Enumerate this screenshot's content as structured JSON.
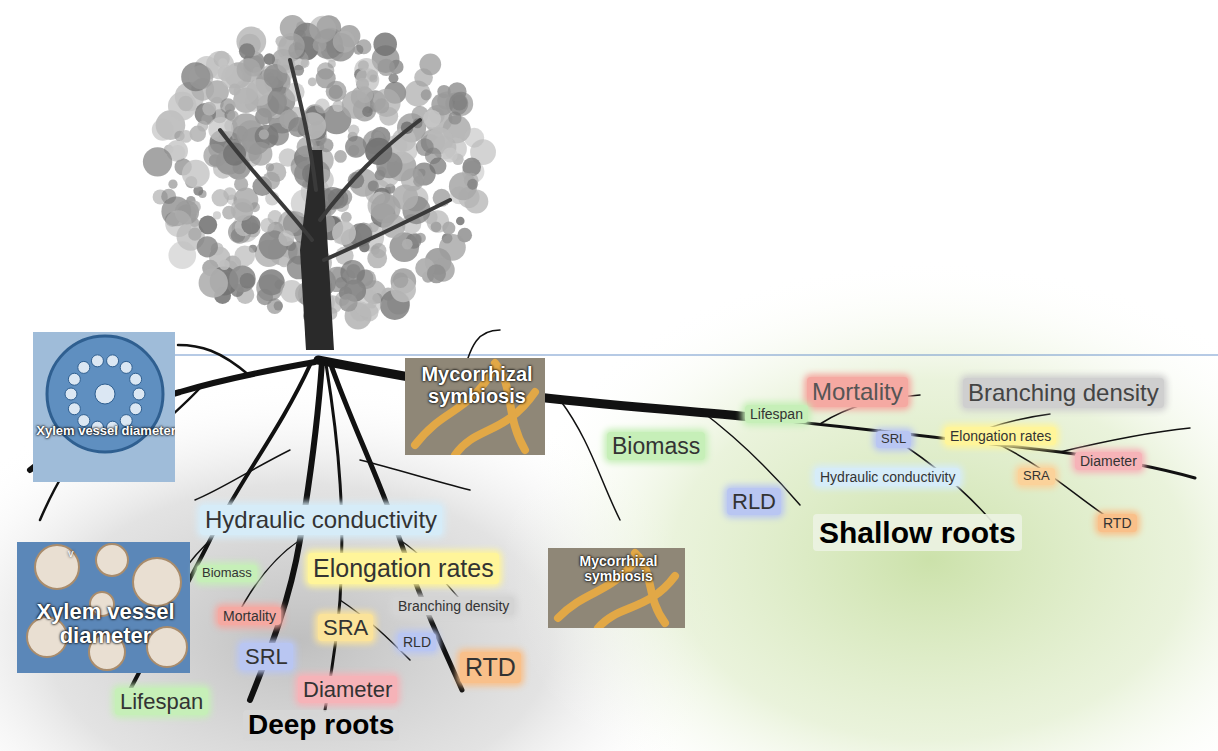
{
  "diagram": {
    "nodes": [
      {
        "text": [
          "Xylem vessel diameter"
        ]
      },
      {
        "text": [
          "Mycorrhizal symbiosis"
        ]
      },
      {
        "text": [
          "Mortality"
        ]
      },
      {
        "text": [
          "Branching density"
        ]
      },
      {
        "text": [
          "Lifespan"
        ]
      },
      {
        "text": [
          "SRL"
        ]
      },
      {
        "text": [
          "Elongation rates"
        ]
      },
      {
        "text": [
          "Biomass"
        ]
      },
      {
        "text": [
          "Diameter"
        ]
      },
      {
        "text": [
          "Hydraulic conductivity"
        ]
      },
      {
        "text": [
          "SRA"
        ]
      },
      {
        "text": [
          "RLD"
        ]
      },
      {
        "text": [
          "RTD"
        ]
      },
      {
        "text": [
          "Hydraulic conductivity"
        ]
      },
      {
        "text": [
          "Xylem vessel diameter"
        ]
      },
      {
        "text": [
          "Mycorrhizal symbiosis"
        ]
      },
      {
        "text": [
          "Biomass"
        ]
      },
      {
        "text": [
          "Elongation rates"
        ]
      },
      {
        "text": [
          "Branching density"
        ]
      },
      {
        "text": [
          "Mortality"
        ]
      },
      {
        "text": [
          "SRA"
        ]
      },
      {
        "text": [
          "RLD"
        ]
      },
      {
        "text": [
          "SRL"
        ]
      },
      {
        "text": [
          "RTD"
        ]
      },
      {
        "text": [
          "Diameter"
        ]
      },
      {
        "text": [
          "Lifespan"
        ]
      }
    ],
    "labels": [
      "Shallow roots",
      "v",
      "Deep roots"
    ]
  }
}
